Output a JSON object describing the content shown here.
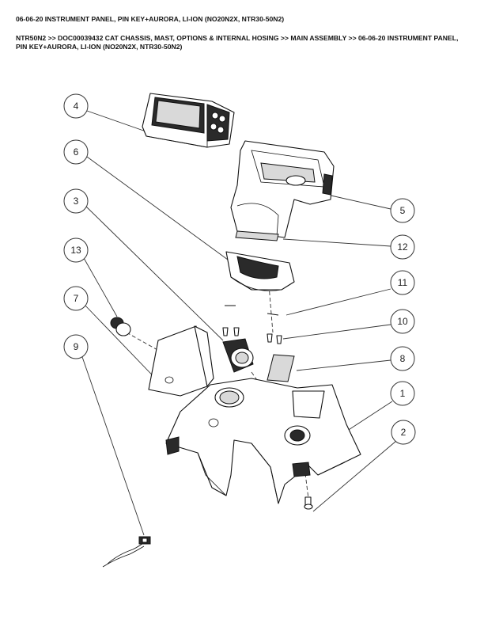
{
  "header": {
    "title": "06-06-20 INSTRUMENT PANEL, PIN KEY+AURORA, LI-ION (NO20N2X, NTR30-50N2)",
    "breadcrumb": "NTR50N2 >> DOC00039432 CAT CHASSIS, MAST, OPTIONS & INTERNAL HOSING >> MAIN ASSEMBLY >> 06-06-20 INSTRUMENT PANEL, PIN KEY+AURORA, LI-ION (NO20N2X, NTR30-50N2)"
  },
  "callouts": {
    "c1": "1",
    "c2": "2",
    "c3": "3",
    "c4": "4",
    "c5": "5",
    "c6": "6",
    "c7": "7",
    "c8": "8",
    "c9": "9",
    "c10": "10",
    "c11": "11",
    "c12": "12",
    "c13": "13"
  }
}
